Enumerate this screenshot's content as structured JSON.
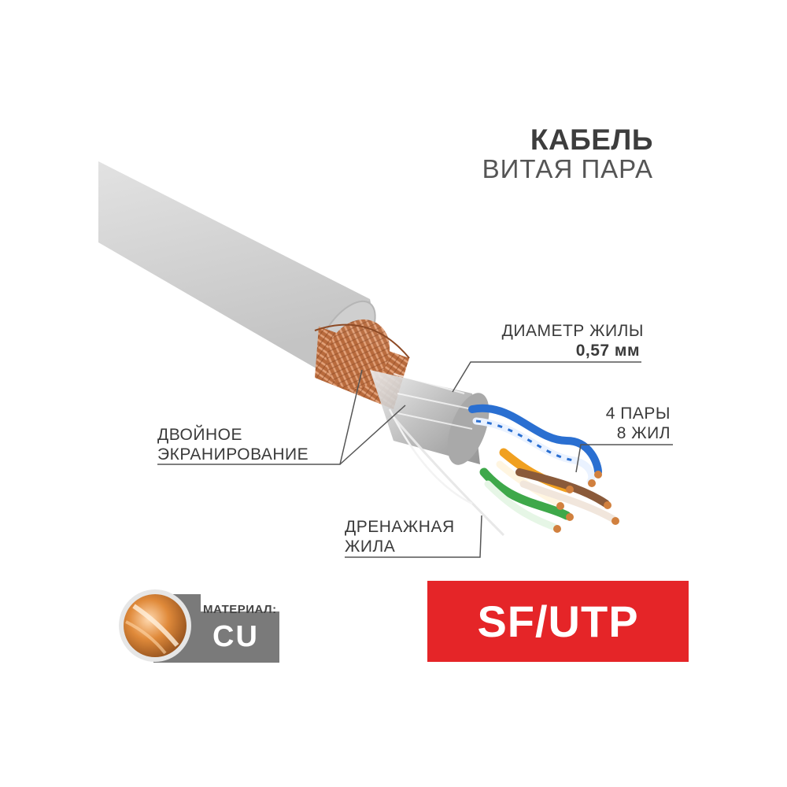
{
  "header": {
    "title": "КАБЕЛЬ",
    "subtitle": "ВИТАЯ ПАРА"
  },
  "callouts": {
    "core_diameter_label": "ДИАМЕТР ЖИЛЫ",
    "core_diameter_value": "0,57 мм",
    "pairs_line1": "4 ПАРЫ",
    "pairs_line2": "8 ЖИЛ",
    "shield_line1": "ДВОЙНОЕ",
    "shield_line2": "ЭКРАНИРОВАНИЕ",
    "drain_line1": "ДРЕНАЖНАЯ",
    "drain_line2": "ЖИЛА"
  },
  "material": {
    "label": "МАТЕРИАЛ:",
    "value": "CU"
  },
  "badge": {
    "type": "SF/UTP"
  },
  "colors": {
    "jacket": "#d6d6d6",
    "braid": "#c8804f",
    "badge": "#e52528",
    "pair_blue": "#2a6fd1",
    "pair_orange": "#f0a020",
    "pair_green": "#3ea84a",
    "pair_brown": "#8a5a3a"
  }
}
